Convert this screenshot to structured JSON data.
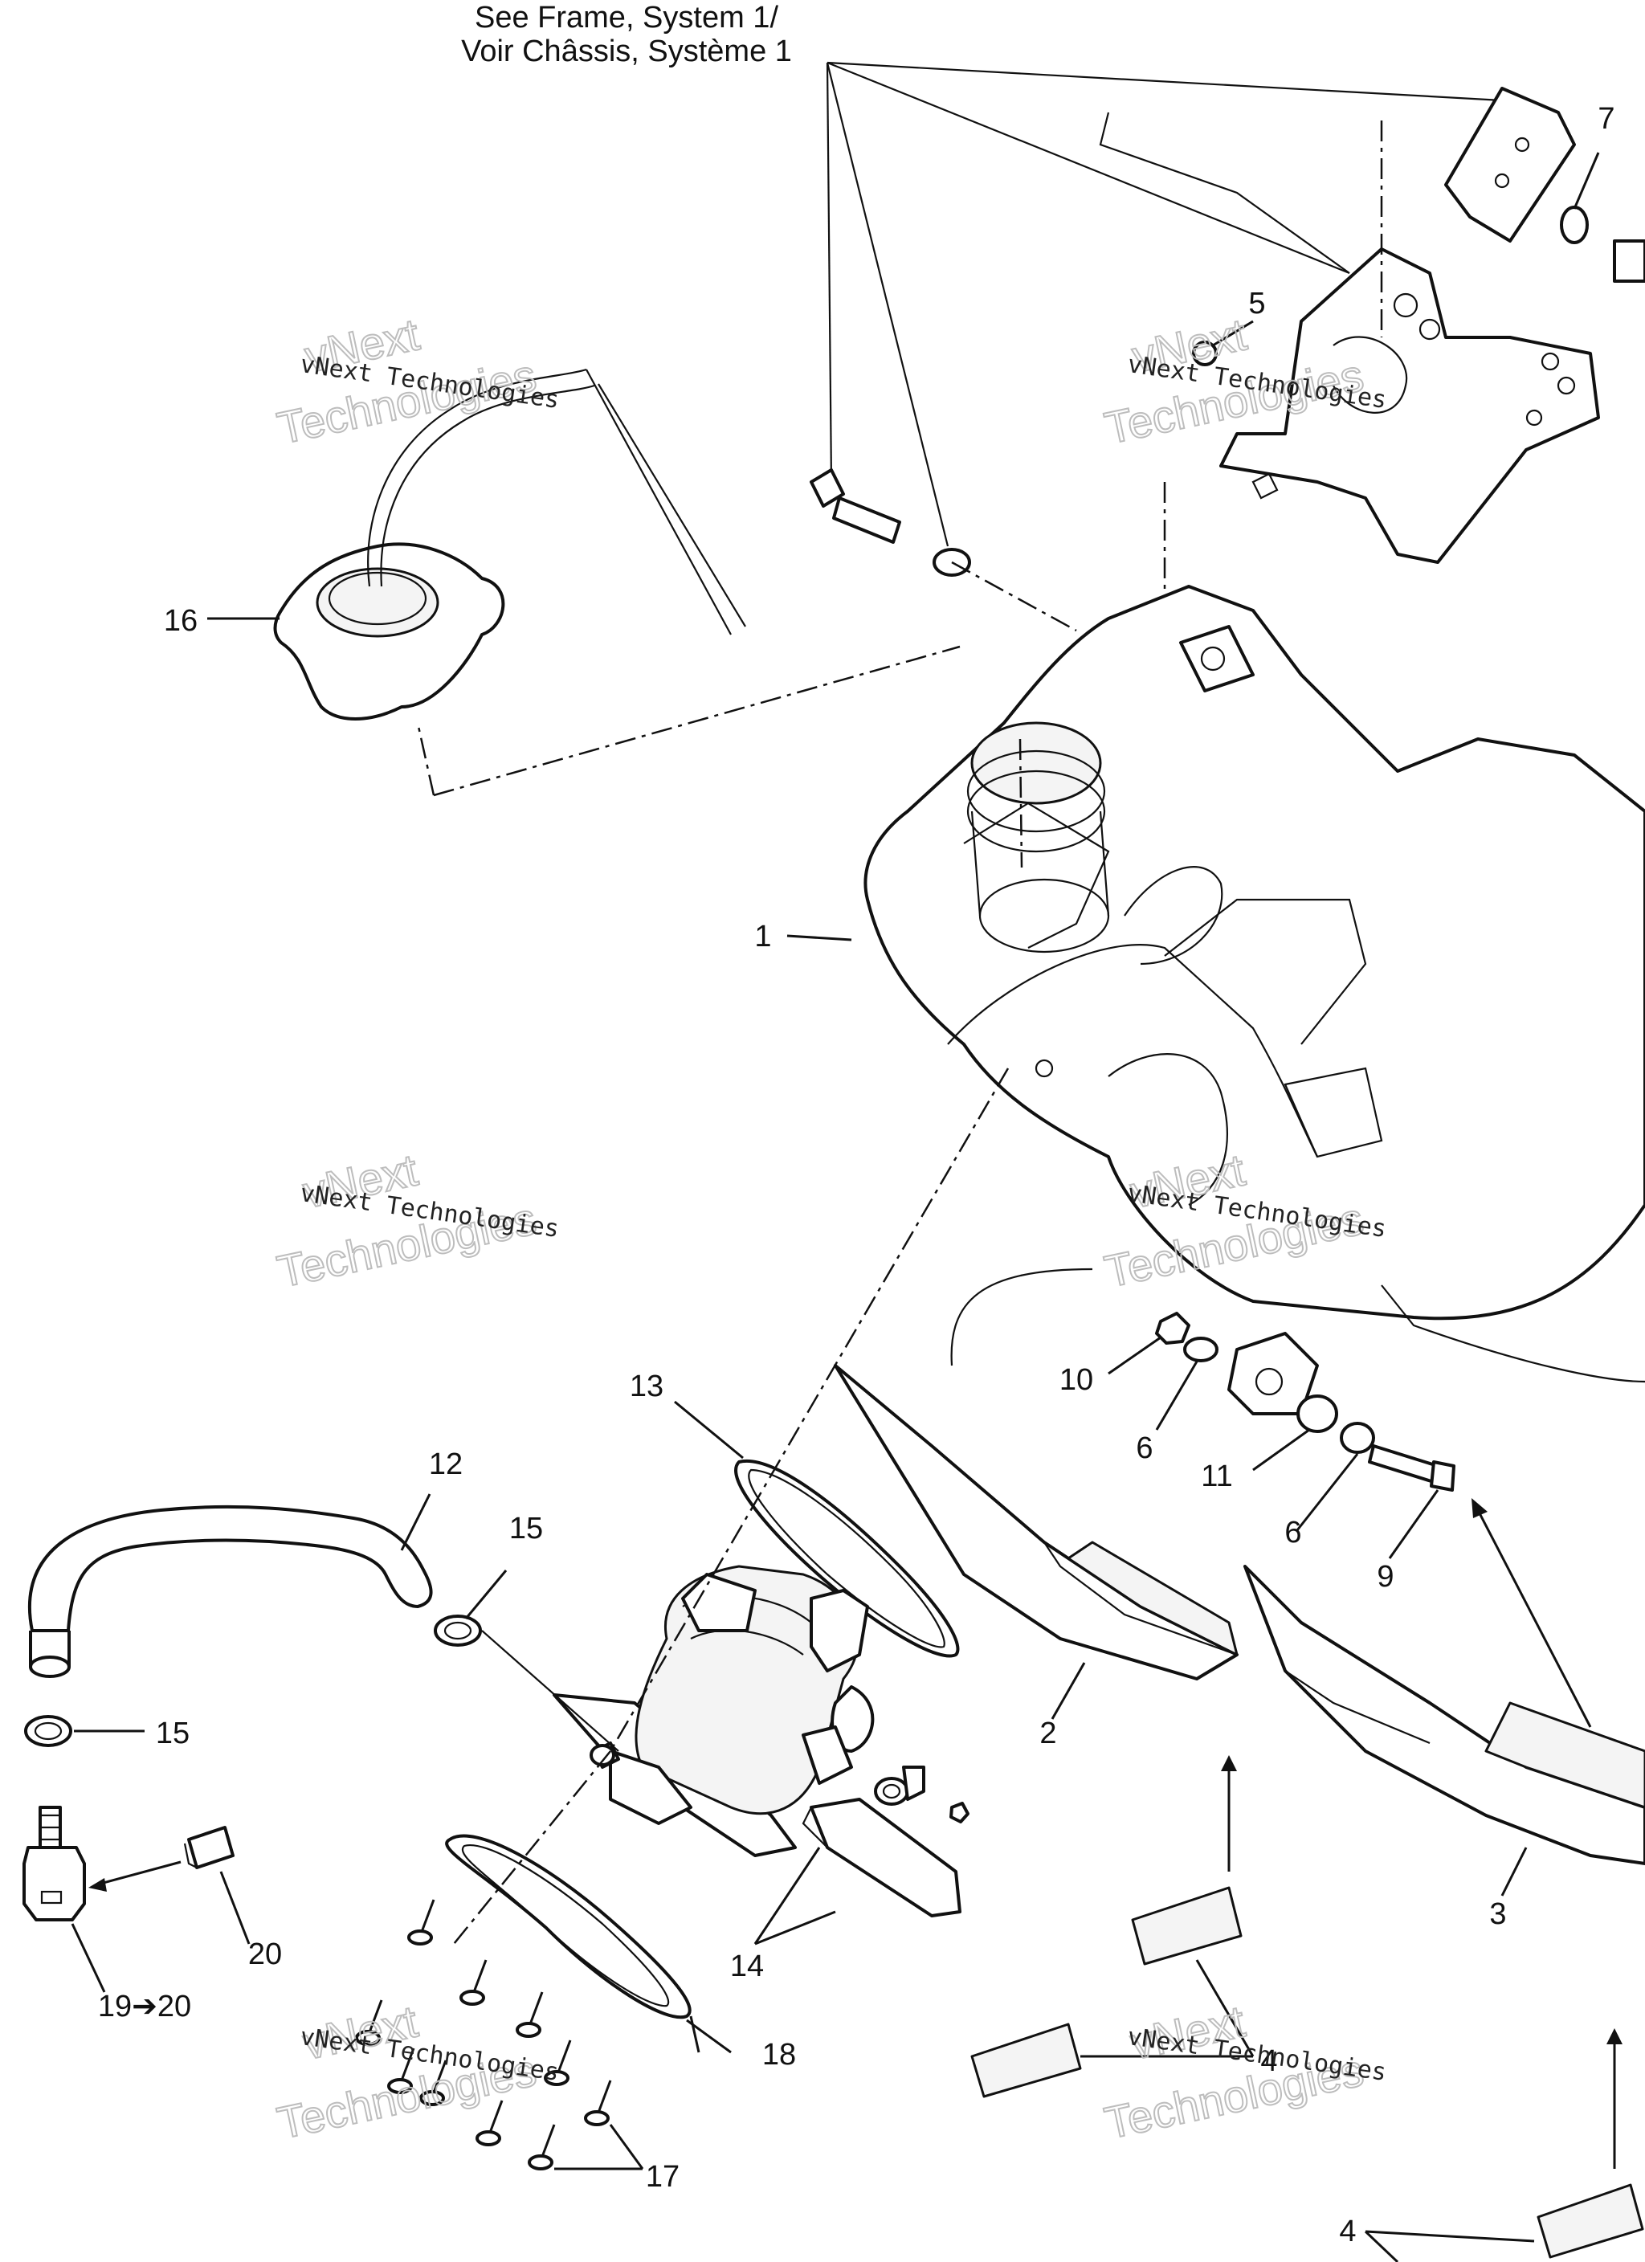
{
  "header": {
    "line1": "See Frame, System 1/",
    "line2": "Voir Châssis, Système 1"
  },
  "callouts": {
    "c1": "1",
    "c2": "2",
    "c3": "3",
    "c4a": "4",
    "c4b": "4",
    "c5": "5",
    "c6a": "6",
    "c6b": "6",
    "c7": "7",
    "c9": "9",
    "c10": "10",
    "c11": "11",
    "c12": "12",
    "c13": "13",
    "c14": "14",
    "c15a": "15",
    "c15b": "15",
    "c16": "16",
    "c17": "17",
    "c18": "18",
    "c1920": "19➔20",
    "c20": "20"
  },
  "watermark": {
    "brand": "vNext",
    "line": "vNext Technologies",
    "big": "Technologies"
  },
  "colors": {
    "ink": "#111111",
    "watermark": "#bdbdbd",
    "background": "#ffffff"
  }
}
